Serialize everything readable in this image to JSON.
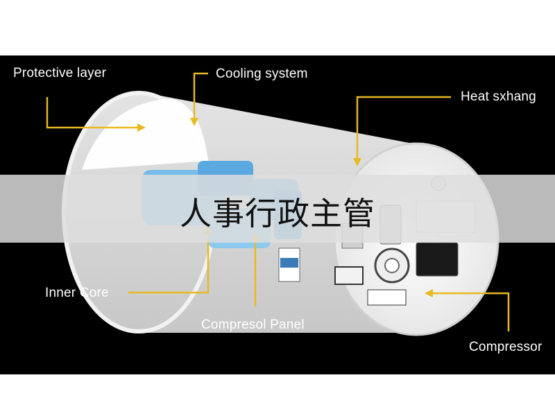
{
  "banner": {
    "text": "人事行政主管"
  },
  "labels": {
    "protective_layer": "Protective layer",
    "cooling_system": "Cooling system",
    "heat_exchanger": "Heat sxhang",
    "inner_core": "Inner Core",
    "compressor_panel": "Compresol Panel",
    "compressor": "Compressor"
  },
  "colors": {
    "background": "#000000",
    "cylinder": "#ececec",
    "accent_lines": "#e8b923",
    "core_blue": "#6fb6e6"
  }
}
